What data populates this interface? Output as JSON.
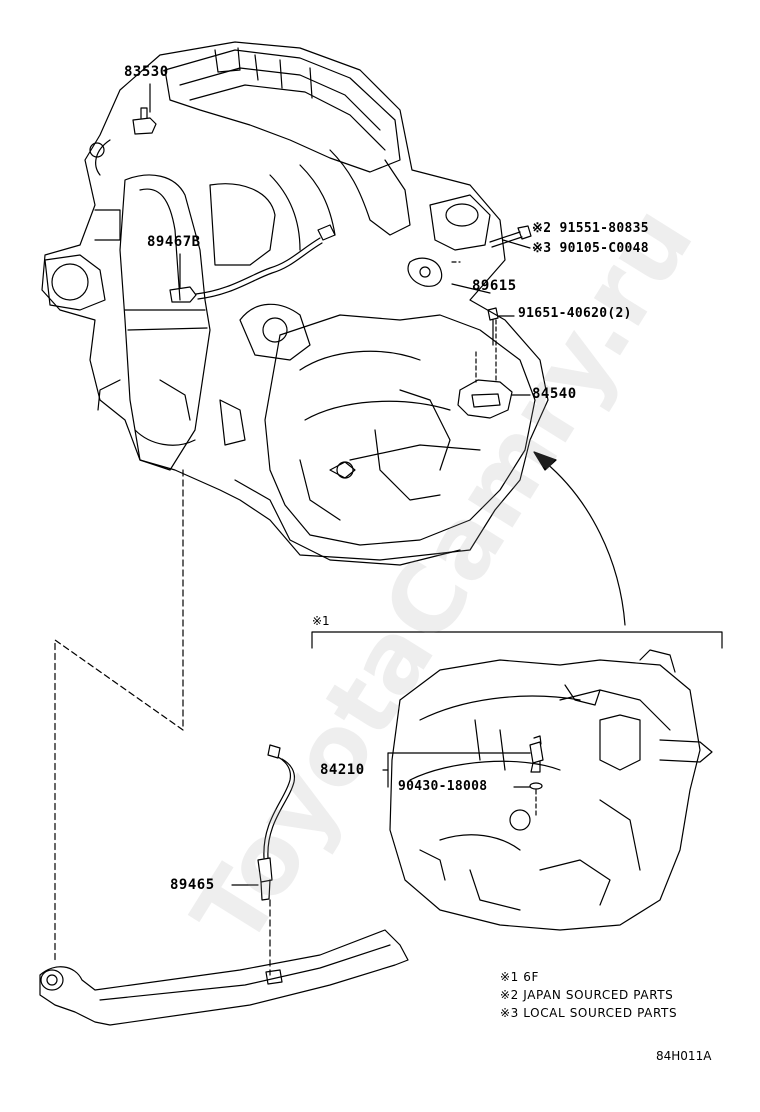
{
  "labels": {
    "p83530": "83530",
    "p89467B": "89467B",
    "p91551_a": "※2 91551-80835",
    "p90105": "※3 90105-C0048",
    "p89615": "89615",
    "p91651": "91651-40620(2)",
    "p84540": "84540",
    "star1_header": "※1",
    "p84210": "84210",
    "p90430": "90430-18008",
    "p89465": "89465"
  },
  "notes": [
    "※1 6F",
    "※2 JAPAN SOURCED PARTS",
    "※3 LOCAL SOURCED PARTS"
  ],
  "diagram_code": "84H011A",
  "watermark": "ToyotaCamry.ru"
}
